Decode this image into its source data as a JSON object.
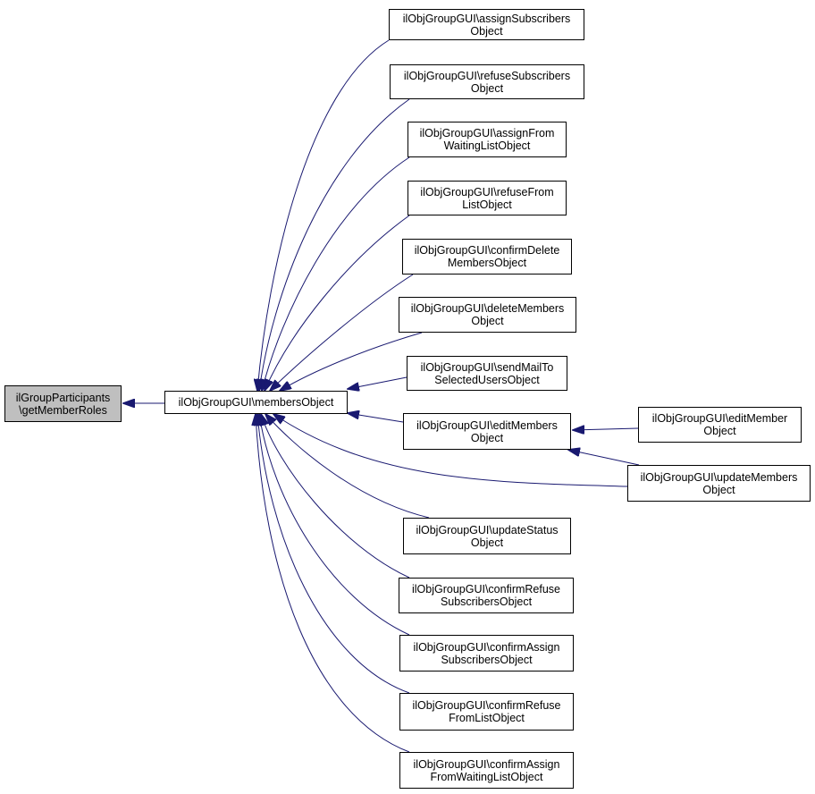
{
  "colors": {
    "edge": "#191970",
    "node_border": "#000000",
    "root_fill": "#bfbfbf",
    "node_fill": "#ffffff"
  },
  "nodes": {
    "root": {
      "line1": "ilGroupParticipants",
      "line2": "\\getMemberRoles"
    },
    "members": {
      "line1": "ilObjGroupGUI\\membersObject"
    },
    "assign_subscribers": {
      "line1": "ilObjGroupGUI\\assignSubscribers",
      "line2": "Object"
    },
    "refuse_subscribers": {
      "line1": "ilObjGroupGUI\\refuseSubscribers",
      "line2": "Object"
    },
    "assign_from_waiting": {
      "line1": "ilObjGroupGUI\\assignFrom",
      "line2": "WaitingListObject"
    },
    "refuse_from_list": {
      "line1": "ilObjGroupGUI\\refuseFrom",
      "line2": "ListObject"
    },
    "confirm_delete_members": {
      "line1": "ilObjGroupGUI\\confirmDelete",
      "line2": "MembersObject"
    },
    "delete_members": {
      "line1": "ilObjGroupGUI\\deleteMembers",
      "line2": "Object"
    },
    "send_mail": {
      "line1": "ilObjGroupGUI\\sendMailTo",
      "line2": "SelectedUsersObject"
    },
    "edit_members": {
      "line1": "ilObjGroupGUI\\editMembers",
      "line2": "Object"
    },
    "edit_member": {
      "line1": "ilObjGroupGUI\\editMember",
      "line2": "Object"
    },
    "update_members": {
      "line1": "ilObjGroupGUI\\updateMembers",
      "line2": "Object"
    },
    "update_status": {
      "line1": "ilObjGroupGUI\\updateStatus",
      "line2": "Object"
    },
    "confirm_refuse_subscribers": {
      "line1": "ilObjGroupGUI\\confirmRefuse",
      "line2": "SubscribersObject"
    },
    "confirm_assign_subscribers": {
      "line1": "ilObjGroupGUI\\confirmAssign",
      "line2": "SubscribersObject"
    },
    "confirm_refuse_from_list": {
      "line1": "ilObjGroupGUI\\confirmRefuse",
      "line2": "FromListObject"
    },
    "confirm_assign_from_waiting": {
      "line1": "ilObjGroupGUI\\confirmAssign",
      "line2": "FromWaitingListObject"
    }
  }
}
